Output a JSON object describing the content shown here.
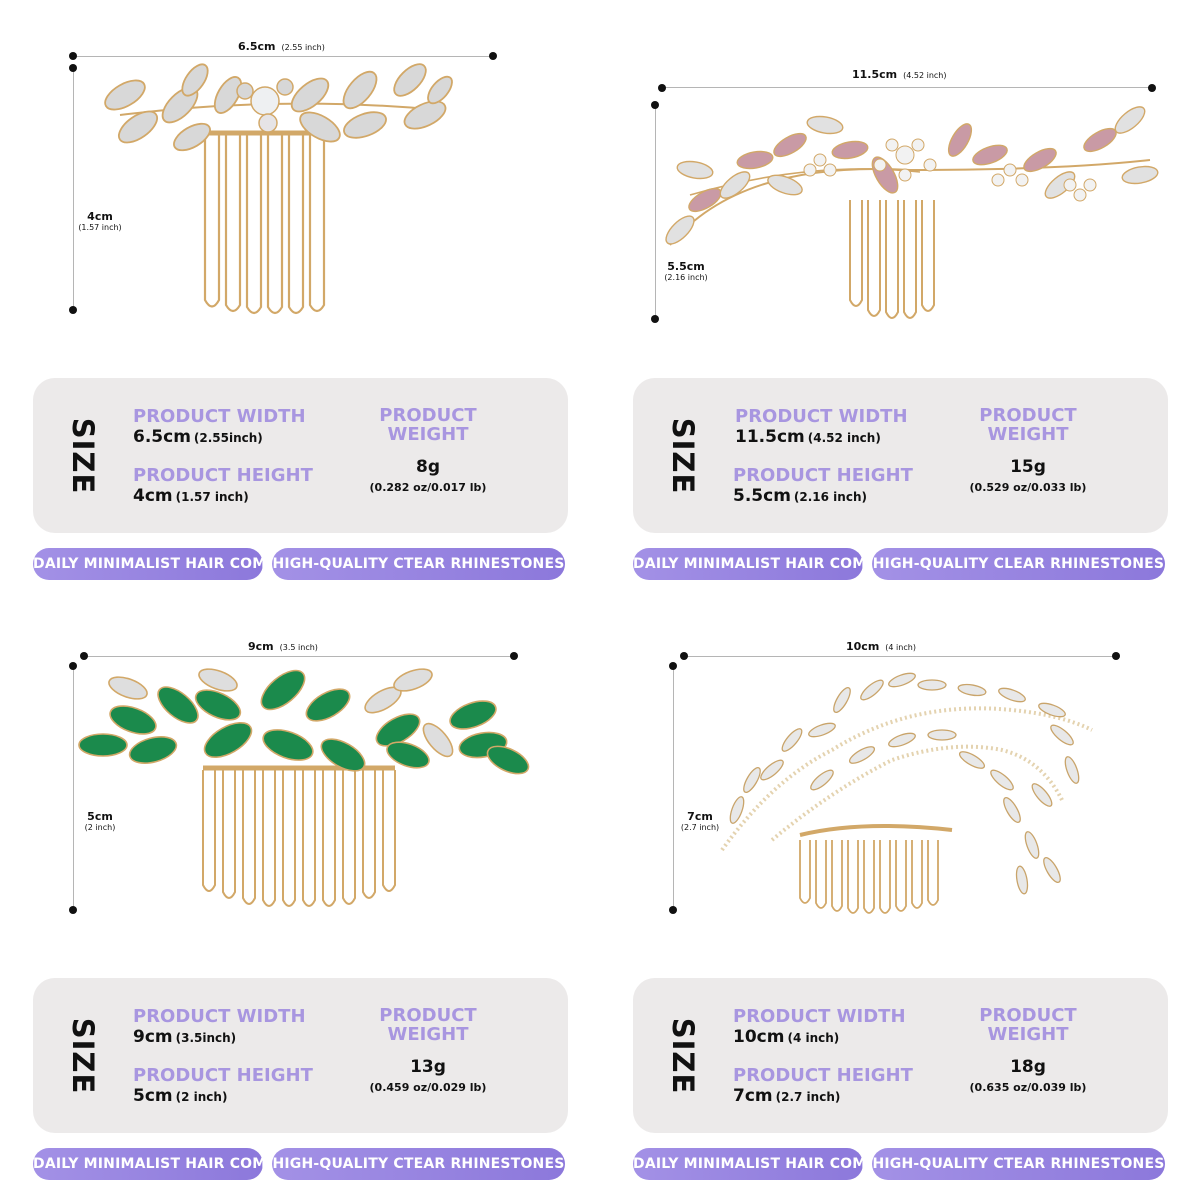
{
  "labels": {
    "size": "SIZE",
    "width": "PRODUCT WIDTH",
    "height": "PRODUCT HEIGHT",
    "weight": "PRODUCT WEIGHT",
    "weight_line1": "PRODUCT",
    "weight_line2": "WEIGHT"
  },
  "colors": {
    "accent": "#a896e0",
    "card": "#eceaea",
    "tag_from": "#a391e6",
    "tag_to": "#8c78db"
  },
  "products": [
    {
      "dim_width": "6.5cm",
      "dim_width_in": "(2.55 inch)",
      "dim_height": "4cm",
      "dim_height_in": "(1.57 inch)",
      "width_val": "6.5cm",
      "width_in": "(2.55inch)",
      "height_val": "4cm",
      "height_in": "(1.57 inch)",
      "weight": "8g",
      "weight_sub": "(0.282 oz/0.017 lb)",
      "tag1": "DAILY MINIMALIST HAIR COMB",
      "tag2": "HIGH-QUALITY CTEAR RHINESTONES",
      "stone_color": "clear"
    },
    {
      "dim_width": "11.5cm",
      "dim_width_in": "(4.52 inch)",
      "dim_height": "5.5cm",
      "dim_height_in": "(2.16 inch)",
      "width_val": "11.5cm",
      "width_in": "(4.52 inch)",
      "height_val": "5.5cm",
      "height_in": "(2.16 inch)",
      "weight": "15g",
      "weight_sub": "(0.529 oz/0.033 lb)",
      "tag1": "DAILY MINIMALIST HAIR COMB",
      "tag2": "HIGH-QUALITY CLEAR RHINESTONES",
      "stone_color": "pink and clear"
    },
    {
      "dim_width": "9cm",
      "dim_width_in": "(3.5 inch)",
      "dim_height": "5cm",
      "dim_height_in": "(2 inch)",
      "width_val": "9cm",
      "width_in": "(3.5inch)",
      "height_val": "5cm",
      "height_in": "(2 inch)",
      "weight": "13g",
      "weight_sub": "(0.459 oz/0.029 lb)",
      "tag1": "DAILY MINIMALIST HAIR COMB",
      "tag2": "HIGH-QUALITY CTEAR RHINESTONES",
      "stone_color": "green and clear"
    },
    {
      "dim_width": "10cm",
      "dim_width_in": "(4 inch)",
      "dim_height": "7cm",
      "dim_height_in": "(2.7 inch)",
      "width_val": "10cm",
      "width_in": "(4 inch)",
      "height_val": "7cm",
      "height_in": "(2.7 inch)",
      "weight": "18g",
      "weight_sub": "(0.635 oz/0.039 lb)",
      "tag1": "DAILY MINIMALIST HAIR COMB",
      "tag2": "HIGH-QUALITY CTEAR RHINESTONES",
      "stone_color": "clear"
    }
  ]
}
